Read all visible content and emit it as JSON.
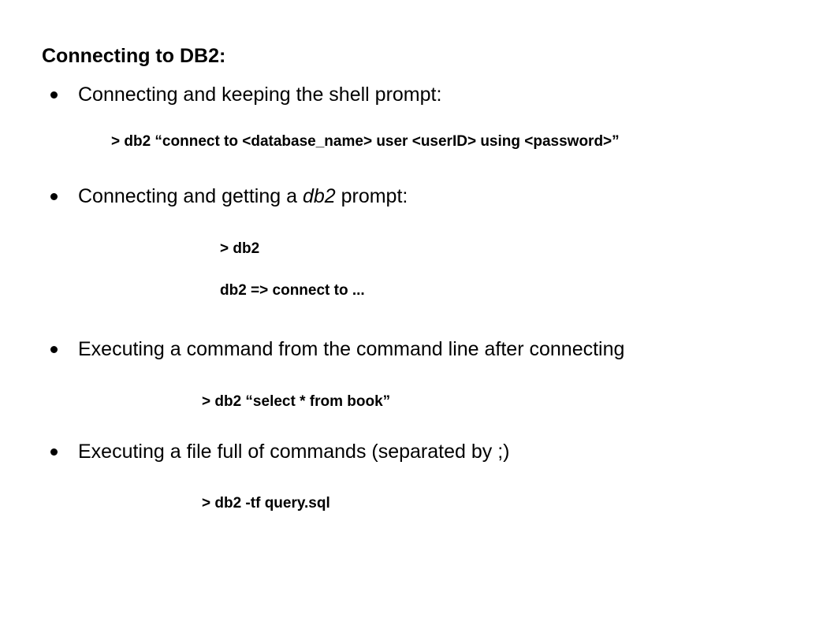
{
  "slide": {
    "title": "Connecting to DB2:",
    "items": [
      {
        "text_before": "Connecting and keeping the shell prompt:",
        "text_italic": "",
        "text_after": "",
        "commands": [
          "> db2 “connect to <database_name> user <userID> using <password>”"
        ]
      },
      {
        "text_before": "Connecting and getting a ",
        "text_italic": "db2",
        "text_after": " prompt:",
        "commands": [
          "> db2",
          "db2 => connect to ..."
        ]
      },
      {
        "text_before": "Executing a command from the command line after connecting",
        "text_italic": "",
        "text_after": "",
        "commands": [
          "> db2 “select * from book”"
        ]
      },
      {
        "text_before": "Executing a file full of commands (separated by ;)",
        "text_italic": "",
        "text_after": "",
        "commands": [
          "> db2 -tf query.sql"
        ]
      }
    ]
  }
}
